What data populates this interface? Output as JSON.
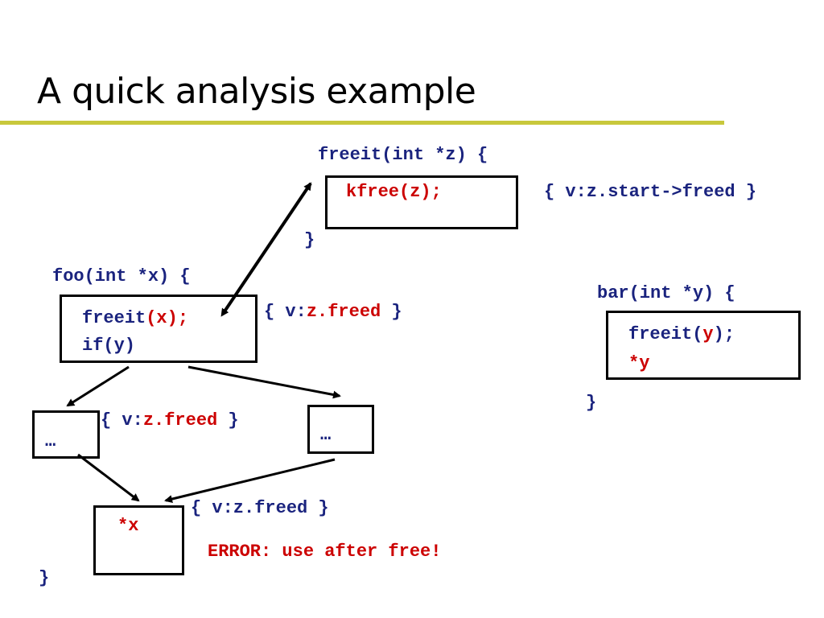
{
  "title": "A quick analysis example",
  "freeit": {
    "signature": "freeit(int *z) {",
    "body": "kfree(z);",
    "close": "}",
    "state": "{ v:z.start->freed }"
  },
  "foo": {
    "signature": "foo(int *x) {",
    "call_name": "freeit",
    "call_args": "(x);",
    "line2": "if(y)",
    "state_after_call": {
      "prefix": "{ v:",
      "var": "z.freed",
      "suffix": " }"
    },
    "left_block": "…",
    "left_state": {
      "prefix": "{ v:",
      "var": "z.freed",
      "suffix": " }"
    },
    "right_block": "…",
    "deref": "*x",
    "deref_state": "{ v:z.freed }",
    "error": "ERROR: use after free!",
    "close": "}"
  },
  "bar": {
    "signature": "bar(int *y) {",
    "call_name": "freeit(",
    "call_arg": "y",
    "call_end": ");",
    "deref": "*y",
    "close": "}"
  }
}
